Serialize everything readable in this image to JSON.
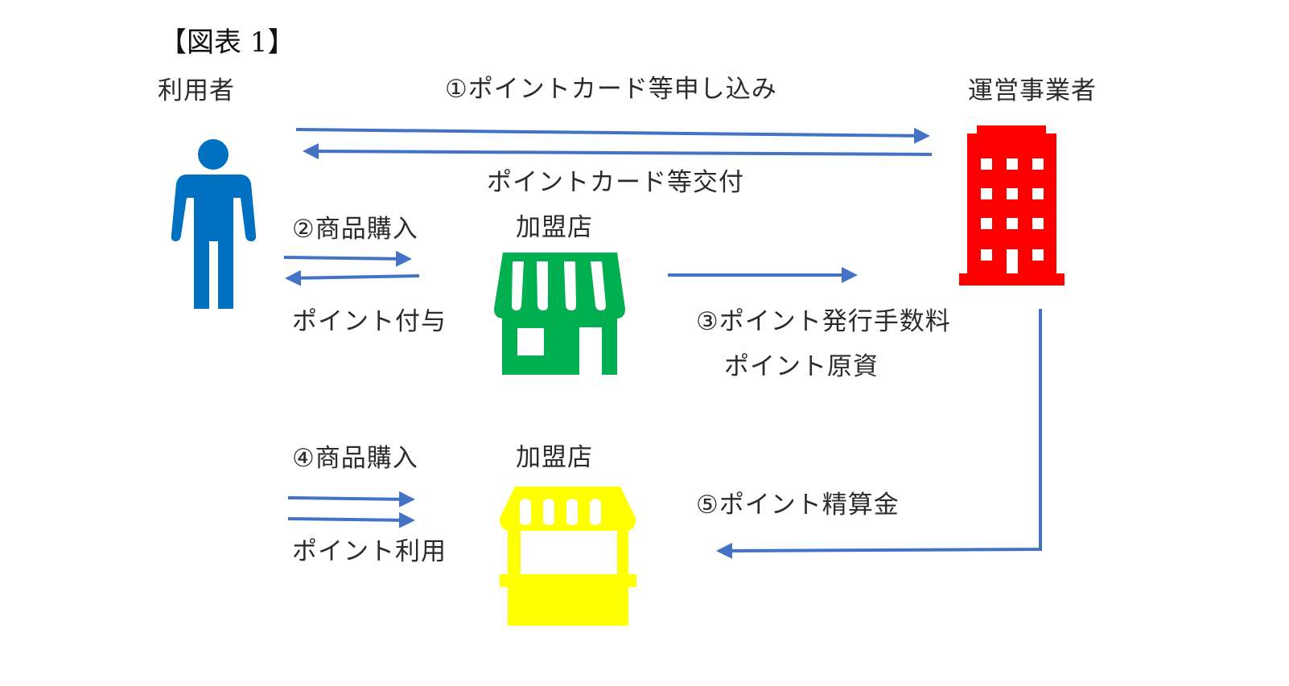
{
  "figure_label": "【図表 1】",
  "actors": {
    "user": "利用者",
    "operator": "運営事業者",
    "store_top": "加盟店",
    "store_bottom": "加盟店"
  },
  "labels": {
    "apply": "①ポイントカード等申し込み",
    "issue": "ポイントカード等交付",
    "purchase_1": "②商品購入",
    "grant": "ポイント付与",
    "fee_1": "③ポイント発行手数料",
    "fee_2": "ポイント原資",
    "purchase_2": "④商品購入",
    "use": "ポイント利用",
    "settle": "⑤ポイント精算金"
  },
  "colors": {
    "arrow": "#4472c4",
    "user_icon": "#0070c0",
    "operator_icon": "#ff0000",
    "store_top_icon": "#00b050",
    "store_bottom_icon": "#ffff00"
  },
  "icons": {
    "user": "person-icon",
    "operator": "office-building-icon",
    "store_top": "storefront-icon",
    "store_bottom": "market-stall-icon"
  }
}
